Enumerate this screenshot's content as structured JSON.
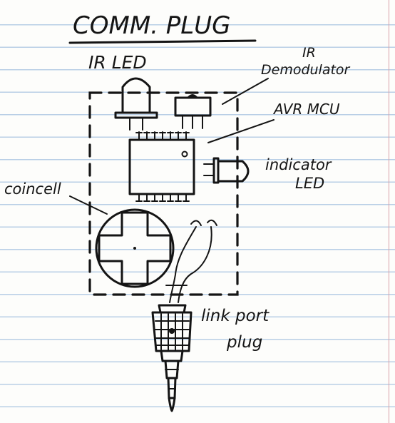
{
  "title": "COMM. PLUG",
  "labels": {
    "ir_led": "IR LED",
    "ir_demodulator_line1": "IR",
    "ir_demodulator_line2": "Demodulator",
    "avr_mcu": "AVR MCU",
    "indicator_led_line1": "indicator",
    "indicator_led_line2": "LED",
    "coincell": "coincell",
    "link_port_plug_line1": "link port",
    "link_port_plug_line2": "plug"
  },
  "colors": {
    "ink": "#141414",
    "paper": "#fdfdfb",
    "rule_line": "#b9cfe6",
    "margin_line": "#d9a0a8"
  }
}
